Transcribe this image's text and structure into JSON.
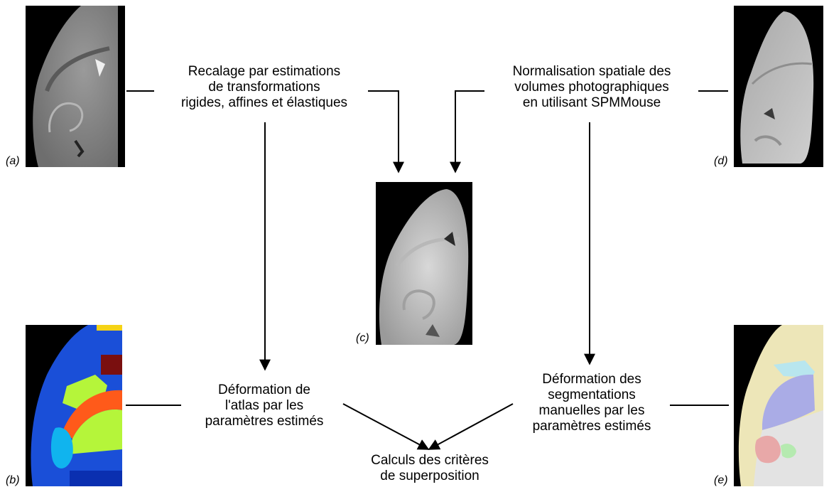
{
  "labels": {
    "a": "(a)",
    "b": "(b)",
    "c": "(c)",
    "d": "(d)",
    "e": "(e)"
  },
  "texts": {
    "recalage": [
      "Recalage par estimations",
      "de transformations",
      "rigides, affines et élastiques"
    ],
    "normalisation": [
      "Normalisation spatiale des",
      "volumes photographiques",
      "en utilisant SPMMouse"
    ],
    "deformation_atlas": [
      "Déformation de",
      "l'atlas par les",
      "paramètres estimés"
    ],
    "deformation_segmentations": [
      "Déformation des",
      "segmentations",
      "manuelles par les",
      "paramètres estimés"
    ],
    "calculs": [
      "Calculs des critères",
      "de superposition"
    ]
  },
  "colors": {
    "atlas_blue": "#1a4fd8",
    "atlas_cyan": "#10b4ee",
    "atlas_lime": "#b5f53a",
    "atlas_orange": "#ff5a1a",
    "atlas_yellow": "#f5d316",
    "atlas_maroon": "#7a0f0f",
    "seg_beige": "#ede6b8",
    "seg_lavender": "#aaace6",
    "seg_pink": "#e8a8a8",
    "seg_green": "#b5eab0",
    "seg_grey": "#e3e3e3"
  }
}
